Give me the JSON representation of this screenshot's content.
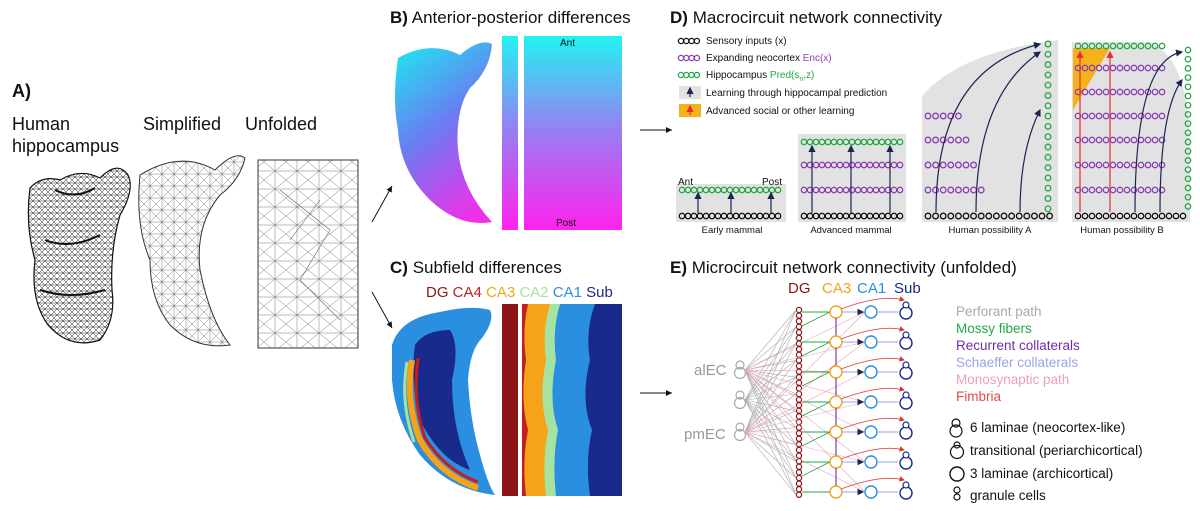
{
  "panel_a": {
    "letter": "A)",
    "col1": "Human",
    "col1b": "hippocampus",
    "col2": "Simplified",
    "col3": "Unfolded"
  },
  "panel_b": {
    "letter": "B)",
    "title": "Anterior-posterior differences",
    "ant": "Ant",
    "post": "Post"
  },
  "panel_c": {
    "letter": "C)",
    "title": "Subfield differences",
    "subfields": [
      {
        "label": "DG",
        "color": "#8b1414"
      },
      {
        "label": "CA4",
        "color": "#c41e1e"
      },
      {
        "label": "CA3",
        "color": "#f5a31a"
      },
      {
        "label": "CA2",
        "color": "#a6e3a0"
      },
      {
        "label": "CA1",
        "color": "#2a8fe0"
      },
      {
        "label": "Sub",
        "color": "#1a2a8a"
      }
    ]
  },
  "panel_d": {
    "letter": "D)",
    "title": "Macrocircuit network connectivity",
    "legend": {
      "sensory": "Sensory inputs (x)",
      "neocortex_pre": "Expanding neocortex ",
      "neocortex_fn": "Enc(x)",
      "hippo_pre": "Hippocampus ",
      "hippo_fn": "Pred(s",
      "hippo_sub": "n",
      "hippo_end": ",z)",
      "learn": "Learning through hippocampal prediction",
      "advanced": "Advanced social or other learning"
    },
    "ant": "Ant",
    "post": "Post",
    "captions": [
      "Early mammal",
      "Advanced mammal",
      "Human possibility A",
      "Human possibility B"
    ]
  },
  "panel_e": {
    "letter": "E)",
    "title": "Microcircuit network connectivity (unfolded)",
    "cols": [
      {
        "label": "DG",
        "color": "#8b1414"
      },
      {
        "label": "CA3",
        "color": "#f5a31a"
      },
      {
        "label": "CA1",
        "color": "#2a8fe0"
      },
      {
        "label": "Sub",
        "color": "#1a2a8a"
      }
    ],
    "alec": "alEC",
    "pmec": "pmEC",
    "paths": [
      {
        "label": "Perforant path",
        "color": "#aaaaaa"
      },
      {
        "label": "Mossy fibers",
        "color": "#22a845"
      },
      {
        "label": "Recurrent collaterals",
        "color": "#6a2fa8"
      },
      {
        "label": "Schaeffer collaterals",
        "color": "#9aa3e8"
      },
      {
        "label": "Monosynaptic path",
        "color": "#eea0bf"
      },
      {
        "label": "Fimbria",
        "color": "#e04a4a"
      }
    ],
    "laminae": [
      "6 laminae (neocortex-like)",
      "transitional (periarchicortical)",
      "3 laminae (archicortical)",
      "granule cells"
    ]
  }
}
